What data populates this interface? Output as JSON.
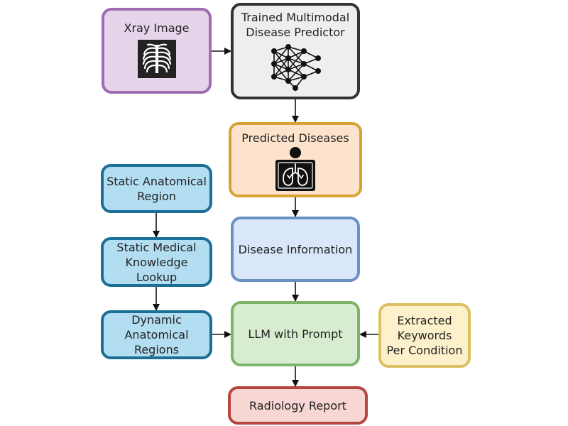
{
  "nodes": {
    "xray": {
      "label": "Xray Image",
      "icon": "chest-xray-icon",
      "fill": "#e6d4ea",
      "border": "#9f6cb2"
    },
    "predictor": {
      "label": "Trained Multimodal\nDisease Predictor",
      "icon": "neural-network-icon",
      "fill": "#eeeeee",
      "border": "#333333"
    },
    "predicted": {
      "label": "Predicted Diseases",
      "icon": "patient-lungs-icon",
      "fill": "#fde3cc",
      "border": "#d7a234"
    },
    "static_region": {
      "label": "Static Anatomical\nRegion",
      "fill": "#b3def2",
      "border": "#1b6e96"
    },
    "lookup": {
      "label": "Static Medical\nKnowledge Lookup",
      "fill": "#b3def2",
      "border": "#1b6e96"
    },
    "dynamic": {
      "label": "Dynamic\nAnatomical\nRegions",
      "fill": "#b3def2",
      "border": "#1b6e96"
    },
    "disease_info": {
      "label": "Disease Information",
      "fill": "#dae7fa",
      "border": "#6b90c4"
    },
    "llm": {
      "label": "LLM with Prompt",
      "fill": "#d8ecd0",
      "border": "#7fb26a"
    },
    "keywords": {
      "label": "Extracted\nKeywords\nPer Condition",
      "fill": "#fdf1cc",
      "border": "#dcc063"
    },
    "report": {
      "label": "Radiology Report",
      "fill": "#f8d6d3",
      "border": "#b5463e"
    }
  }
}
